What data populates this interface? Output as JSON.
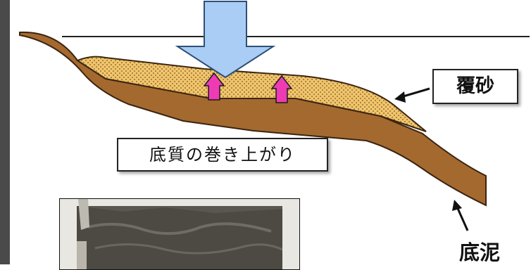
{
  "labels": {
    "cover_sand": "覆砂",
    "resuspension": "底質の巻き上がり",
    "bottom_mud": "底泥"
  },
  "colors": {
    "sand": "#f2c46a",
    "mud": "#a4692f",
    "down_arrow": "#a9cdf4",
    "up_arrows": "#ee3bb4"
  },
  "icons": {
    "down_arrow": "large-down-arrow",
    "up_arrows": "upward-arrow",
    "pointer": "pointer-arrow",
    "photo": "sediment-sample-photo"
  }
}
